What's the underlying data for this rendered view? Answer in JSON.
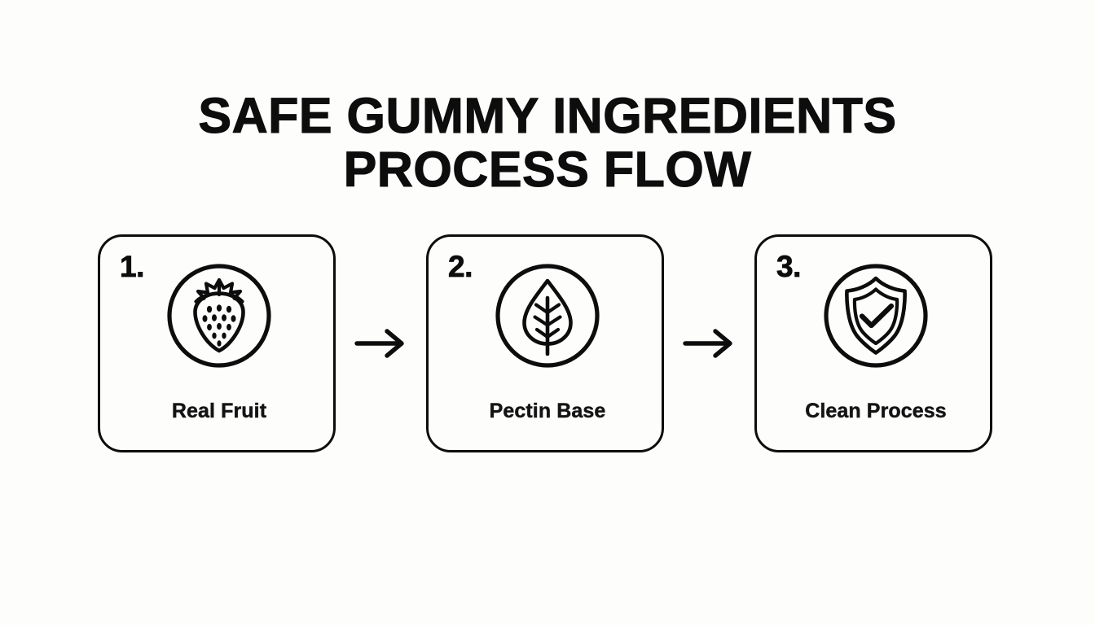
{
  "page": {
    "background_color": "#fdfdfc",
    "ink_color": "#0d0d0d"
  },
  "title": {
    "line1": "SAFE GUMMY INGREDIENTS",
    "line2": "PROCESS FLOW",
    "full": "SAFE GUMMY INGREDIENTS PROCESS FLOW"
  },
  "flow": {
    "steps": [
      {
        "number": "1.",
        "label": "Real Fruit",
        "icon": "strawberry-icon"
      },
      {
        "number": "2.",
        "label": "Pectin Base",
        "icon": "leaf-icon"
      },
      {
        "number": "3.",
        "label": "Clean Process",
        "icon": "shield-check-icon"
      }
    ],
    "connectors": [
      {
        "icon": "arrow-right-icon"
      },
      {
        "icon": "arrow-right-icon"
      }
    ]
  }
}
